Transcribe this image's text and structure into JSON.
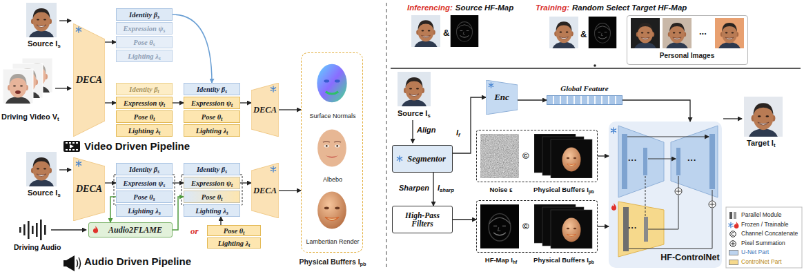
{
  "diagram": {
    "nodes": [
      {
        "text": [
          "DECA"
        ]
      },
      {
        "text": [
          "Identity βs"
        ]
      },
      {
        "text": [
          "Expression ψs"
        ]
      },
      {
        "text": [
          "Pose θs"
        ]
      },
      {
        "text": [
          "Lighting λs"
        ]
      },
      {
        "text": [
          "Identity βt"
        ]
      },
      {
        "text": [
          "Expression ψt"
        ]
      },
      {
        "text": [
          "Pose θt"
        ]
      },
      {
        "text": [
          "Lighting λt"
        ]
      },
      {
        "text": [
          "Identity βs"
        ]
      },
      {
        "text": [
          "Expression ψt"
        ]
      },
      {
        "text": [
          "Pose θt"
        ]
      },
      {
        "text": [
          "Lighting λt"
        ]
      },
      {
        "text": [
          "DECA"
        ]
      },
      {
        "text": [
          "Surface Normals",
          "Albebo",
          "Lambertian Render",
          "Physical Buffers Ipb"
        ]
      },
      {
        "text": [
          "DECA"
        ]
      },
      {
        "text": [
          "Identity βs"
        ]
      },
      {
        "text": [
          "Expression ψs"
        ]
      },
      {
        "text": [
          "Pose θs"
        ]
      },
      {
        "text": [
          "Lighting λs"
        ]
      },
      {
        "text": [
          "Identity βs"
        ]
      },
      {
        "text": [
          "Expression ψt"
        ]
      },
      {
        "text": [
          "Pose θt"
        ]
      },
      {
        "text": [
          "Lighting λs"
        ]
      },
      {
        "text": [
          "DECA"
        ]
      },
      {
        "text": [
          "Audio2FLAME"
        ]
      },
      {
        "text": [
          "Pose θt"
        ]
      },
      {
        "text": [
          "Lighting λt"
        ]
      },
      {
        "text": [
          "Personal Images"
        ]
      },
      {
        "text": [
          "Segmentor"
        ]
      },
      {
        "text": [
          "Enc"
        ]
      },
      {
        "text": [
          "Global Feature"
        ]
      },
      {
        "text": [
          "High-Pass Filters"
        ]
      },
      {
        "text": [
          "Noise ε",
          "Physical Buffers Ipb"
        ]
      },
      {
        "text": [
          "HF-Map Ihf",
          "Physical Buffers Ipb"
        ]
      },
      {
        "text": [
          "HF-ControlNet"
        ]
      }
    ],
    "edges": [
      {
        "from": 0,
        "to": 3,
        "arrow": "to"
      },
      {
        "from": 0,
        "to": 6,
        "arrow": "to"
      },
      {
        "from": 1,
        "to": 9,
        "arrow": "to"
      },
      {
        "from": 6,
        "to": 10,
        "arrow": "to"
      },
      {
        "from": 10,
        "to": 13,
        "arrow": "to"
      },
      {
        "from": 13,
        "to": 14,
        "arrow": "to"
      },
      {
        "from": 15,
        "to": 17,
        "arrow": "to"
      },
      {
        "from": 17,
        "to": 21,
        "arrow": "to"
      },
      {
        "from": 21,
        "to": 24,
        "arrow": "to"
      },
      {
        "from": 24,
        "to": 14,
        "arrow": "to"
      },
      {
        "from": 18,
        "to": 25,
        "arrow": "to"
      },
      {
        "from": 25,
        "to": 22,
        "arrow": "to"
      },
      {
        "from": 26,
        "to": 23,
        "arrow": "to"
      },
      {
        "from": 29,
        "to": 30,
        "label": "If",
        "arrow": "to"
      },
      {
        "from": 30,
        "to": 31,
        "arrow": "to"
      },
      {
        "from": 31,
        "to": 35,
        "arrow": "to"
      },
      {
        "from": 29,
        "to": 32,
        "label": "Sharpen",
        "arrow": "to"
      },
      {
        "from": 32,
        "to": 34,
        "arrow": "to"
      },
      {
        "from": 33,
        "to": 35,
        "arrow": "to"
      },
      {
        "from": 34,
        "to": 35,
        "arrow": "to"
      }
    ],
    "labels": [
      "Source Is",
      "Driving Video Vt",
      "Video Driven Pipeline",
      "Source Is",
      "Driving Audio",
      "or",
      "Audio Driven Pipeline",
      "Inferencing:",
      "Source HF-Map",
      "&",
      "Training:",
      "Random Select Target HF-Map",
      "&",
      "...",
      "Source Is",
      "Align",
      "Isharp",
      "©",
      "©",
      "···",
      "···",
      "···",
      "Target It"
    ],
    "legend": [
      {
        "text": "Parallel Module"
      },
      {
        "text": "Frozen / Trainable"
      },
      {
        "text": "Channel Concatenate"
      },
      {
        "text": "Pixel Summation"
      },
      {
        "text": "U-Net Part",
        "color": "#bcd3ee"
      },
      {
        "text": "ControlNet Part",
        "color": "#f6d98c"
      }
    ]
  }
}
